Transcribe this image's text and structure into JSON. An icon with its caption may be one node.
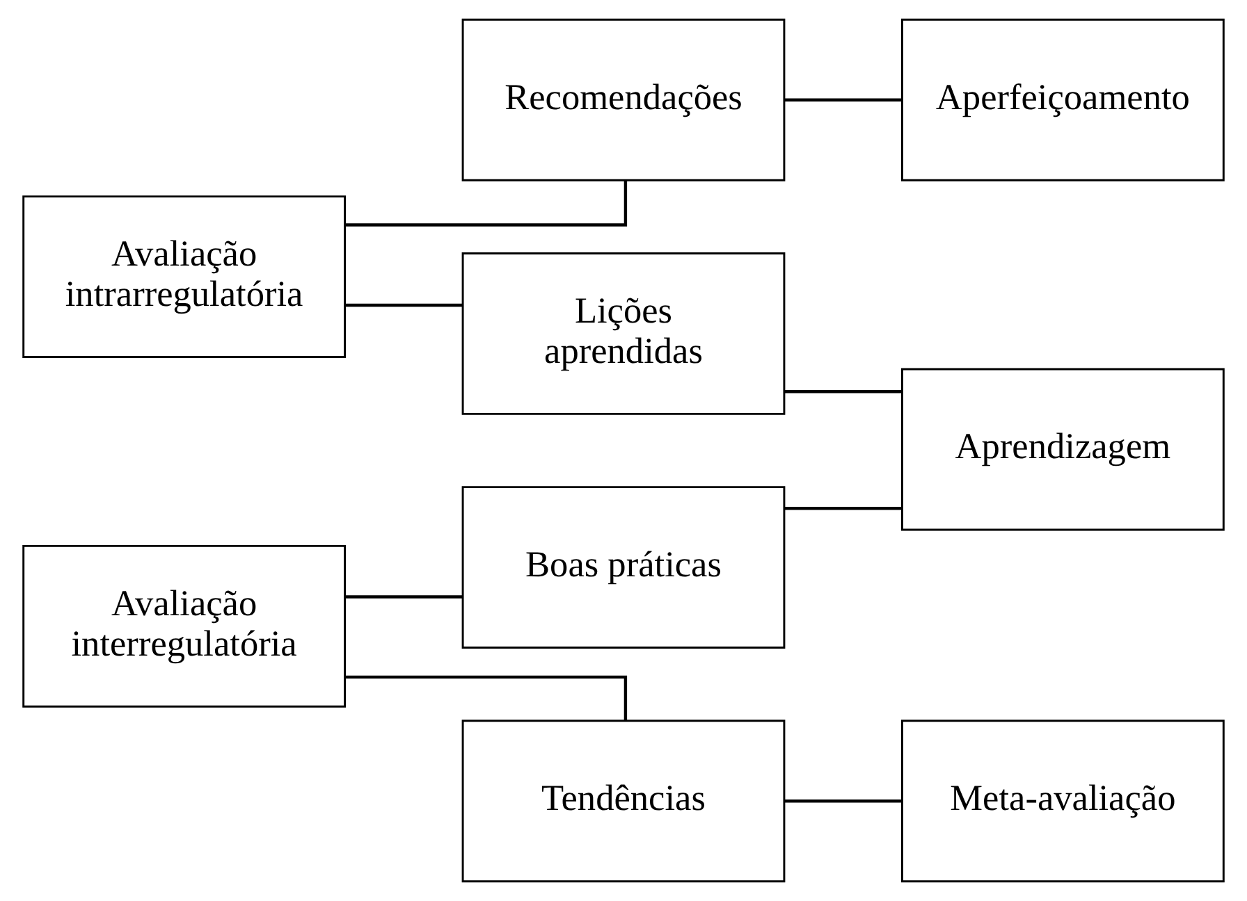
{
  "diagram": {
    "nodes": [
      {
        "text": [
          "Avaliação intrarregulatória"
        ]
      },
      {
        "text": [
          "Recomendações"
        ]
      },
      {
        "text": [
          "Aperfeiçoamento"
        ]
      },
      {
        "text": [
          "Lições aprendidas"
        ]
      },
      {
        "text": [
          "Aprendizagem"
        ]
      },
      {
        "text": [
          "Avaliação interregulatória"
        ]
      },
      {
        "text": [
          "Boas práticas"
        ]
      },
      {
        "text": [
          "Tendências"
        ]
      },
      {
        "text": [
          "Meta-avaliação"
        ]
      }
    ],
    "edges": [
      {
        "from": 0,
        "to": 1,
        "arrow": "none"
      },
      {
        "from": 0,
        "to": 3,
        "arrow": "none"
      },
      {
        "from": 1,
        "to": 2,
        "arrow": "none"
      },
      {
        "from": 3,
        "to": 4,
        "arrow": "none"
      },
      {
        "from": 6,
        "to": 4,
        "arrow": "none"
      },
      {
        "from": 5,
        "to": 6,
        "arrow": "none"
      },
      {
        "from": 5,
        "to": 7,
        "arrow": "none"
      },
      {
        "from": 7,
        "to": 8,
        "arrow": "none"
      }
    ]
  }
}
